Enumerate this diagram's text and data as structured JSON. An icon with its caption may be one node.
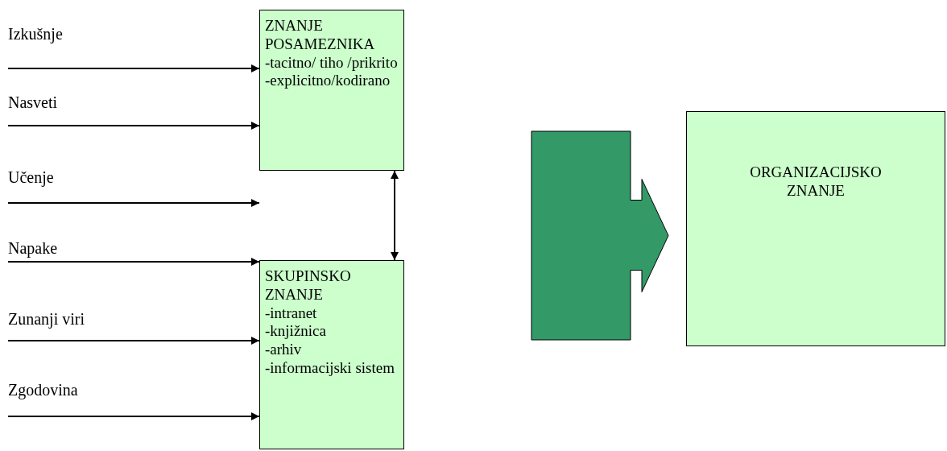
{
  "diagram": {
    "nodes": [
      {
        "text": [
          "Izkušnje"
        ]
      },
      {
        "text": [
          "Nasveti"
        ]
      },
      {
        "text": [
          "Učenje"
        ]
      },
      {
        "text": [
          "Napake"
        ]
      },
      {
        "text": [
          "Zunanji viri"
        ]
      },
      {
        "text": [
          "Zgodovina"
        ]
      },
      {
        "text": [
          "ZNANJE POSAMEZNIKA",
          "-tacitno/ tiho /prikrito",
          "-explicitno/kodirano"
        ]
      },
      {
        "text": [
          "SKUPINSKO ZNANJE",
          "-intranet",
          "-knjižnica",
          "-arhiv",
          "-informacijski sistem"
        ]
      },
      {
        "text": [
          "ORGANIZACIJSKO ZNANJE"
        ]
      }
    ],
    "edges": [
      {
        "from": 0,
        "to": 6,
        "arrow": "to"
      },
      {
        "from": 1,
        "to": 6,
        "arrow": "to"
      },
      {
        "from": 2,
        "to": 6,
        "arrow": "to"
      },
      {
        "from": 3,
        "to": 7,
        "arrow": "to"
      },
      {
        "from": 4,
        "to": 7,
        "arrow": "to"
      },
      {
        "from": 5,
        "to": 7,
        "arrow": "to"
      },
      {
        "from": 6,
        "to": 7,
        "arrow": "both"
      },
      {
        "from": 6,
        "to": 8,
        "arrow": "to",
        "style": "thick",
        "color": "#339966"
      },
      {
        "from": 7,
        "to": 8,
        "arrow": "to",
        "style": "thick",
        "color": "#339966"
      }
    ]
  }
}
